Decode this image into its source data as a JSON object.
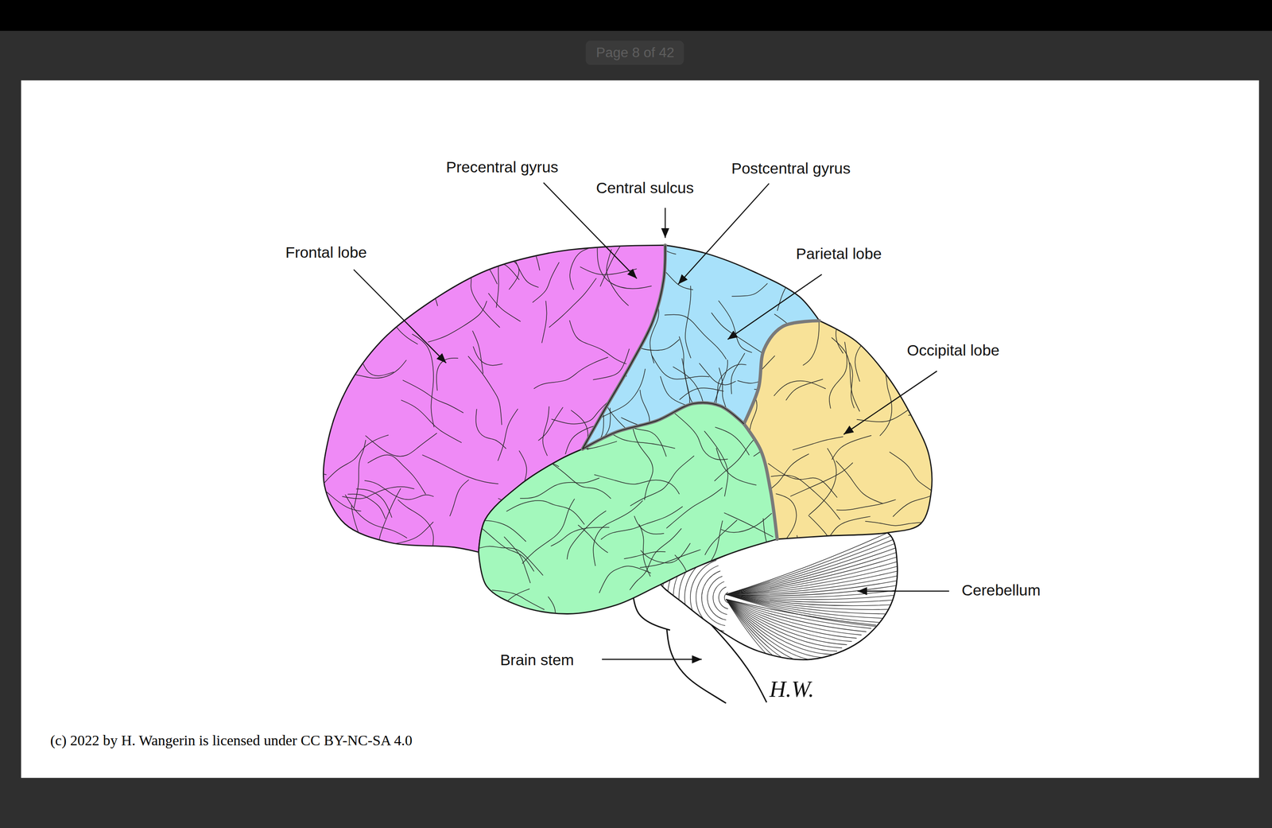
{
  "diagram": {
    "caption": "(c) 2022 by H. Wangerin is licensed under CC BY-NC-SA 4.0",
    "labels": [
      "Page 8 of 42",
      "Precentral gyrus",
      "Central sulcus",
      "Postcentral gyrus",
      "Frontal lobe",
      "Parietal lobe",
      "Occipital lobe",
      "Cerebellum",
      "Brain stem",
      "H.W."
    ]
  }
}
